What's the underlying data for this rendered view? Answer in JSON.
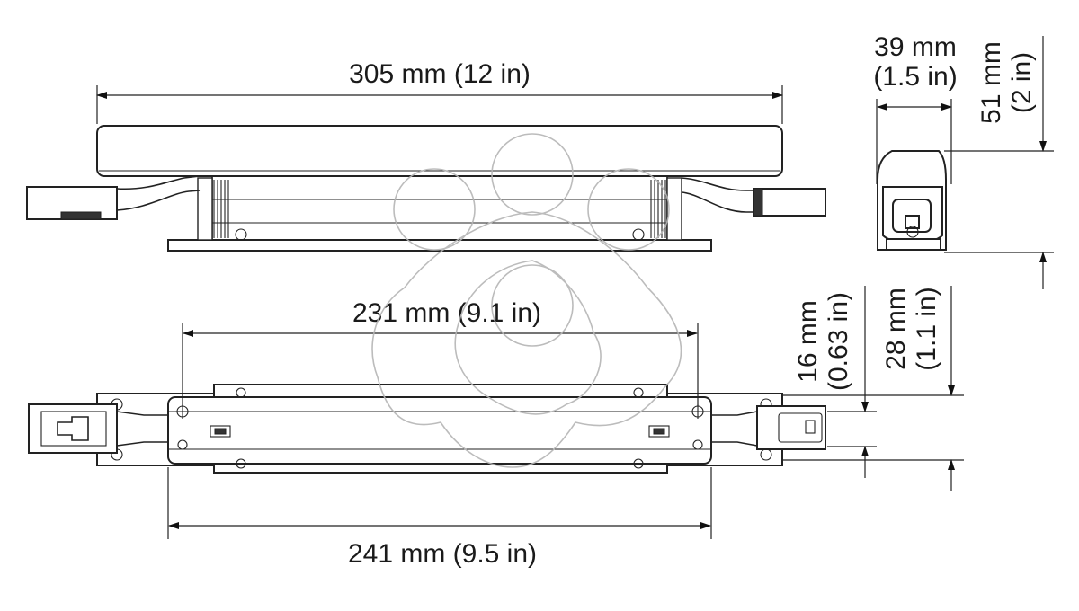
{
  "dimensions": {
    "top_length": "305 mm (12 in)",
    "mount_hole_spacing": "231 mm (9.1 in)",
    "base_length": "241 mm (9.5 in)",
    "side_width_mm": "39 mm",
    "side_width_in": "(1.5 in)",
    "side_height_mm": "51 mm",
    "side_height_in": "(2 in)",
    "inner_width_mm": "16 mm",
    "inner_width_in": "(0.63 in)",
    "outer_width_mm": "28 mm",
    "outer_width_in": "(1.1 in)"
  }
}
